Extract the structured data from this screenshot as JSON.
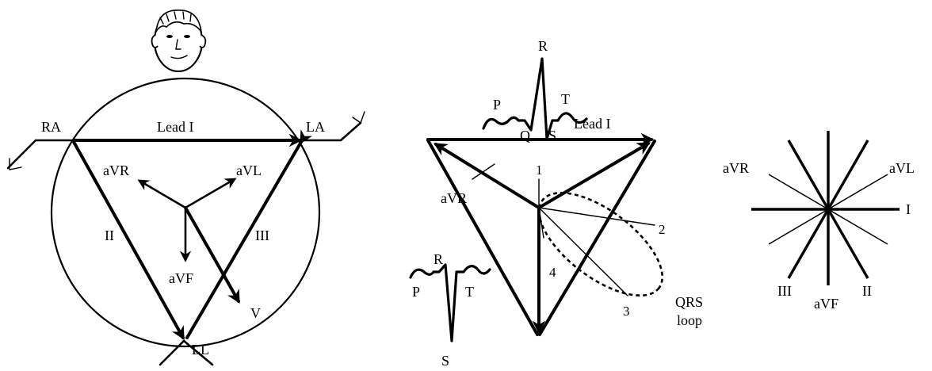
{
  "panel_left": {
    "lead_i_label": "Lead I",
    "ra_label": "RA",
    "la_label": "LA",
    "ll_label": "LL",
    "lead_ii_label": "II",
    "lead_iii_label": "III",
    "avr_label": "aVR",
    "avl_label": "aVL",
    "avf_label": "aVF",
    "vector_label": "V"
  },
  "panel_middle": {
    "r_top_label": "R",
    "p_top_label": "P",
    "t_top_label": "T",
    "q_top_label": "Q",
    "s_top_label": "S",
    "lead_i_label": "Lead I",
    "point_1_label": "1",
    "point_2_label": "2",
    "point_3_label": "3",
    "point_4_label": "4",
    "avr_label": "aVR",
    "r_bottom_label": "R",
    "p_bottom_label": "P",
    "t_bottom_label": "T",
    "s_bottom_label": "S",
    "qrs_label": "QRS",
    "loop_label": "loop"
  },
  "panel_right": {
    "avr_label": "aVR",
    "avl_label": "aVL",
    "i_label": "I",
    "iii_label": "III",
    "avf_label": "aVF",
    "ii_label": "II"
  }
}
